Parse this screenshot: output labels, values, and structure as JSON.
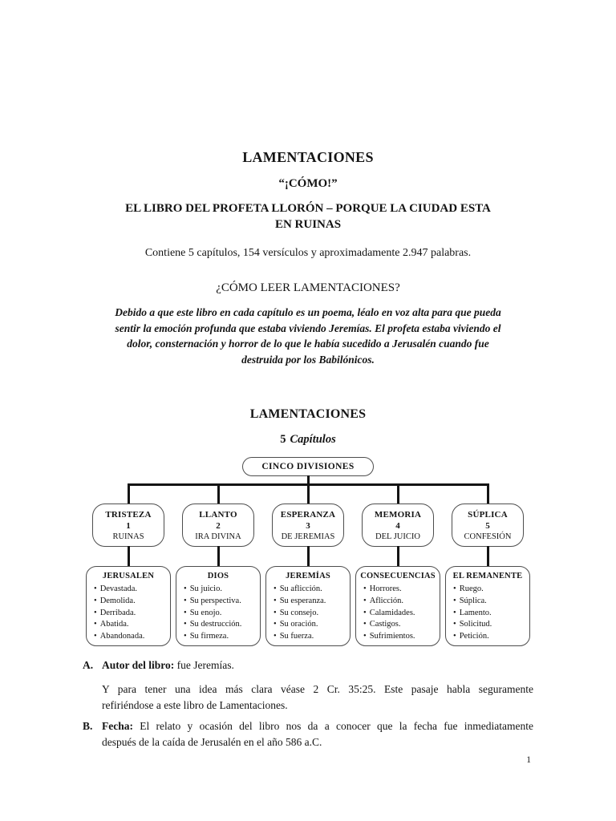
{
  "page": {
    "title": "LAMENTACIONES",
    "exclamation": "“¡CÓMO!”",
    "subtitle_lines": [
      "EL LIBRO DEL PROFETA LLORÓN – PORQUE LA CIUDAD ESTA",
      "EN RUINAS"
    ],
    "stats": "Contiene 5 capítulos, 154 versículos y aproximadamente 2.947 palabras.",
    "how_to_read": "¿CÓMO LEER LAMENTACIONES?",
    "intro_lines": [
      "Debido a que este libro en cada capítulo es un poema, léalo en voz alta para que pueda",
      "sentir la emoción profunda que estaba viviendo Jeremías. El profeta estaba viviendo el",
      "dolor, consternación y horror de lo que le había sucedido a Jerusalén cuando fue",
      "destruida por los Babilónicos."
    ],
    "section_title": "LAMENTACIONES",
    "chapters_number": "5",
    "chapters_word": "Capítulos",
    "page_number": "1"
  },
  "diagram": {
    "root": "CINCO DIVISIONES",
    "columns": [
      {
        "title": "TRISTEZA",
        "number": "1",
        "subtitle": "RUINAS",
        "header": "JERUSALEN",
        "items": [
          "Devastada.",
          "Demolida.",
          "Derribada.",
          "Abatida.",
          "Abandonada."
        ]
      },
      {
        "title": "LLANTO",
        "number": "2",
        "subtitle": "IRA DIVINA",
        "header": "DIOS",
        "items": [
          "Su juicio.",
          "Su perspectiva.",
          "Su enojo.",
          "Su destrucción.",
          "Su firmeza."
        ]
      },
      {
        "title": "ESPERANZA",
        "number": "3",
        "subtitle": "DE JEREMIAS",
        "header": "JEREMÍAS",
        "items": [
          "Su aflicción.",
          "Su esperanza.",
          "Su consejo.",
          "Su oración.",
          "Su fuerza."
        ]
      },
      {
        "title": "MEMORIA",
        "number": "4",
        "subtitle": "DEL JUICIO",
        "header": "CONSECUENCIAS",
        "items": [
          "Horrores.",
          "Aflicción.",
          "Calamidades.",
          "Castigos.",
          "Sufrimientos."
        ]
      },
      {
        "title": "SÚPLICA",
        "number": "5",
        "subtitle": "CONFESIÓN",
        "header": "EL REMANENTE",
        "items": [
          "Ruego.",
          "Súplica.",
          "Lamento.",
          "Solicitud.",
          "Petición."
        ]
      }
    ]
  },
  "sections": {
    "a_label": "A.",
    "a_bold": "Autor del libro:",
    "a_text": " fue Jeremías.",
    "a_para_lines": [
      "Y para tener una idea más clara véase 2 Cr. 35:25. Este pasaje habla seguramente",
      "refiriéndose a este libro de Lamentaciones."
    ],
    "b_label": "B.",
    "b_bold": "Fecha:",
    "b_line1_rest": " El relato y ocasión del libro nos da a conocer que la fecha fue inmediatamente",
    "b_line2": "después de la caída de Jerusalén en el año 586 a.C."
  },
  "colors": {
    "background": "#ffffff",
    "text": "#141414",
    "line": "#141414",
    "box_border": "#4d4d4d"
  }
}
